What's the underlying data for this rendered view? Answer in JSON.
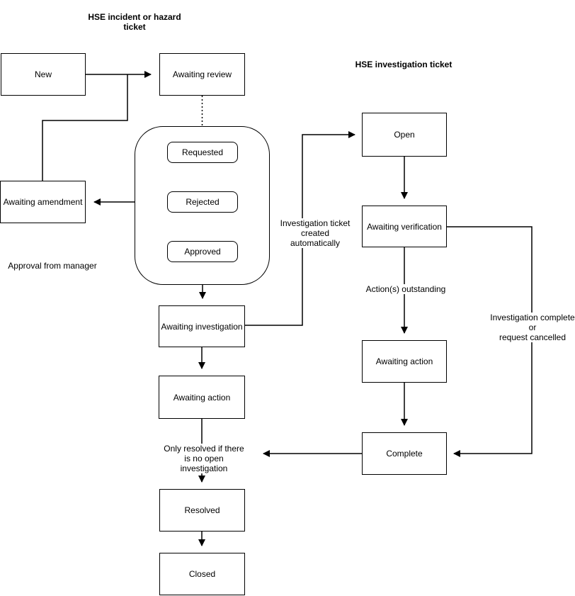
{
  "titles": {
    "incident": "HSE incident or hazard\nticket",
    "investigation": "HSE investigation ticket"
  },
  "nodes": {
    "new": "New",
    "awaiting_review": "Awaiting review",
    "requested": "Requested",
    "rejected": "Rejected",
    "approved": "Approved",
    "awaiting_amendment": "Awaiting amendment",
    "awaiting_investigation": "Awaiting investigation",
    "awaiting_action_left": "Awaiting action",
    "resolved": "Resolved",
    "closed": "Closed",
    "open": "Open",
    "awaiting_verification": "Awaiting verification",
    "awaiting_action_right": "Awaiting action",
    "complete": "Complete"
  },
  "labels": {
    "approval_from_manager": "Approval from manager",
    "auto_created": "Investigation ticket\ncreated automatically",
    "actions_outstanding": "Action(s) outstanding",
    "complete_or_cancelled": "Investigation complete\nor\nrequest cancelled",
    "only_resolved": "Only resolved if there\nis no open investigation"
  },
  "colors": {
    "stroke": "#000000",
    "background": "#ffffff"
  }
}
